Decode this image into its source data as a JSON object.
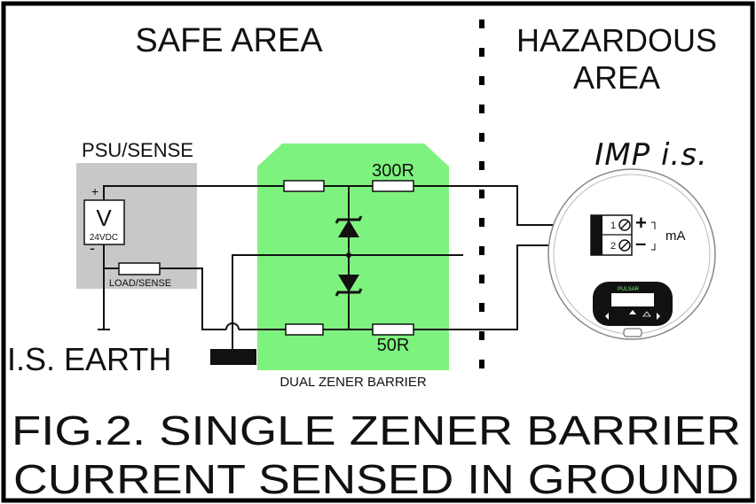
{
  "areas": {
    "safe": "SAFE AREA",
    "hazardous_line1": "HAZARDOUS",
    "hazardous_line2": "AREA"
  },
  "psu": {
    "label": "PSU/SENSE",
    "voltage_symbol": "V",
    "voltage_rating": "24VDC",
    "plus_sign": "+",
    "minus_sign": "-",
    "load_label": "LOAD/SENSE"
  },
  "barrier": {
    "label": "DUAL ZENER BARRIER",
    "resistor_top": "300R",
    "resistor_bottom": "50R"
  },
  "earth": {
    "label": "I.S. EARTH"
  },
  "transmitter": {
    "name": "IMP i.s.",
    "terminal_1": "1",
    "terminal_2": "2",
    "plus": "+",
    "minus": "–",
    "unit": "mA",
    "display_brand": "PULSAR"
  },
  "caption": {
    "line1": "FIG.2. SINGLE ZENER BARRIER",
    "line2": "CURRENT SENSED IN GROUND"
  },
  "colors": {
    "barrier_fill": "#7ef27e",
    "psu_fill": "#c8c8c8",
    "line": "#111111",
    "border": "#000000"
  }
}
